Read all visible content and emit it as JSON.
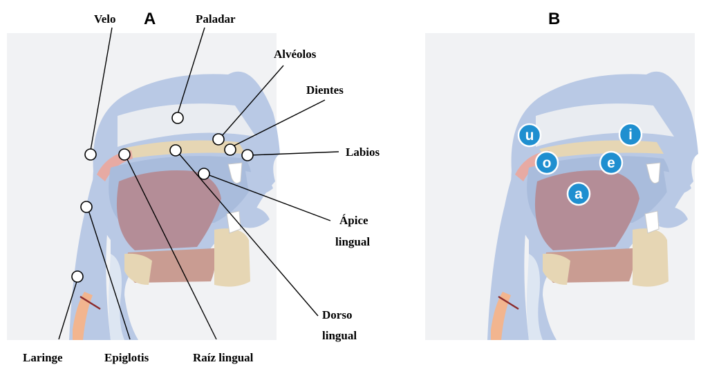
{
  "panels": {
    "a": {
      "letter": "A"
    },
    "b": {
      "letter": "B"
    }
  },
  "labels": {
    "velo": "Velo",
    "paladar": "Paladar",
    "alveolos": "Alvéolos",
    "dientes": "Dientes",
    "labios": "Labios",
    "apice_line1": "Ápice",
    "apice_line2": "lingual",
    "dorso_line1": "Dorso",
    "dorso_line2": "lingual",
    "laringe": "Laringe",
    "epiglotis": "Epiglotis",
    "raiz": "Raíz lingual"
  },
  "vowels": {
    "u": "u",
    "i": "i",
    "o": "o",
    "e": "e",
    "a": "a"
  },
  "colors": {
    "airway": "#b8c8e4",
    "cavity": "#f2f4f6",
    "tongue": "#b08a96",
    "lower_tongue": "#c79a92",
    "bone": "#e7d8b8",
    "teeth": "#ffffff",
    "velum": "#e6aaa5",
    "cartilage": "#f0b48e",
    "vowel_fill": "#1f8fd0"
  }
}
